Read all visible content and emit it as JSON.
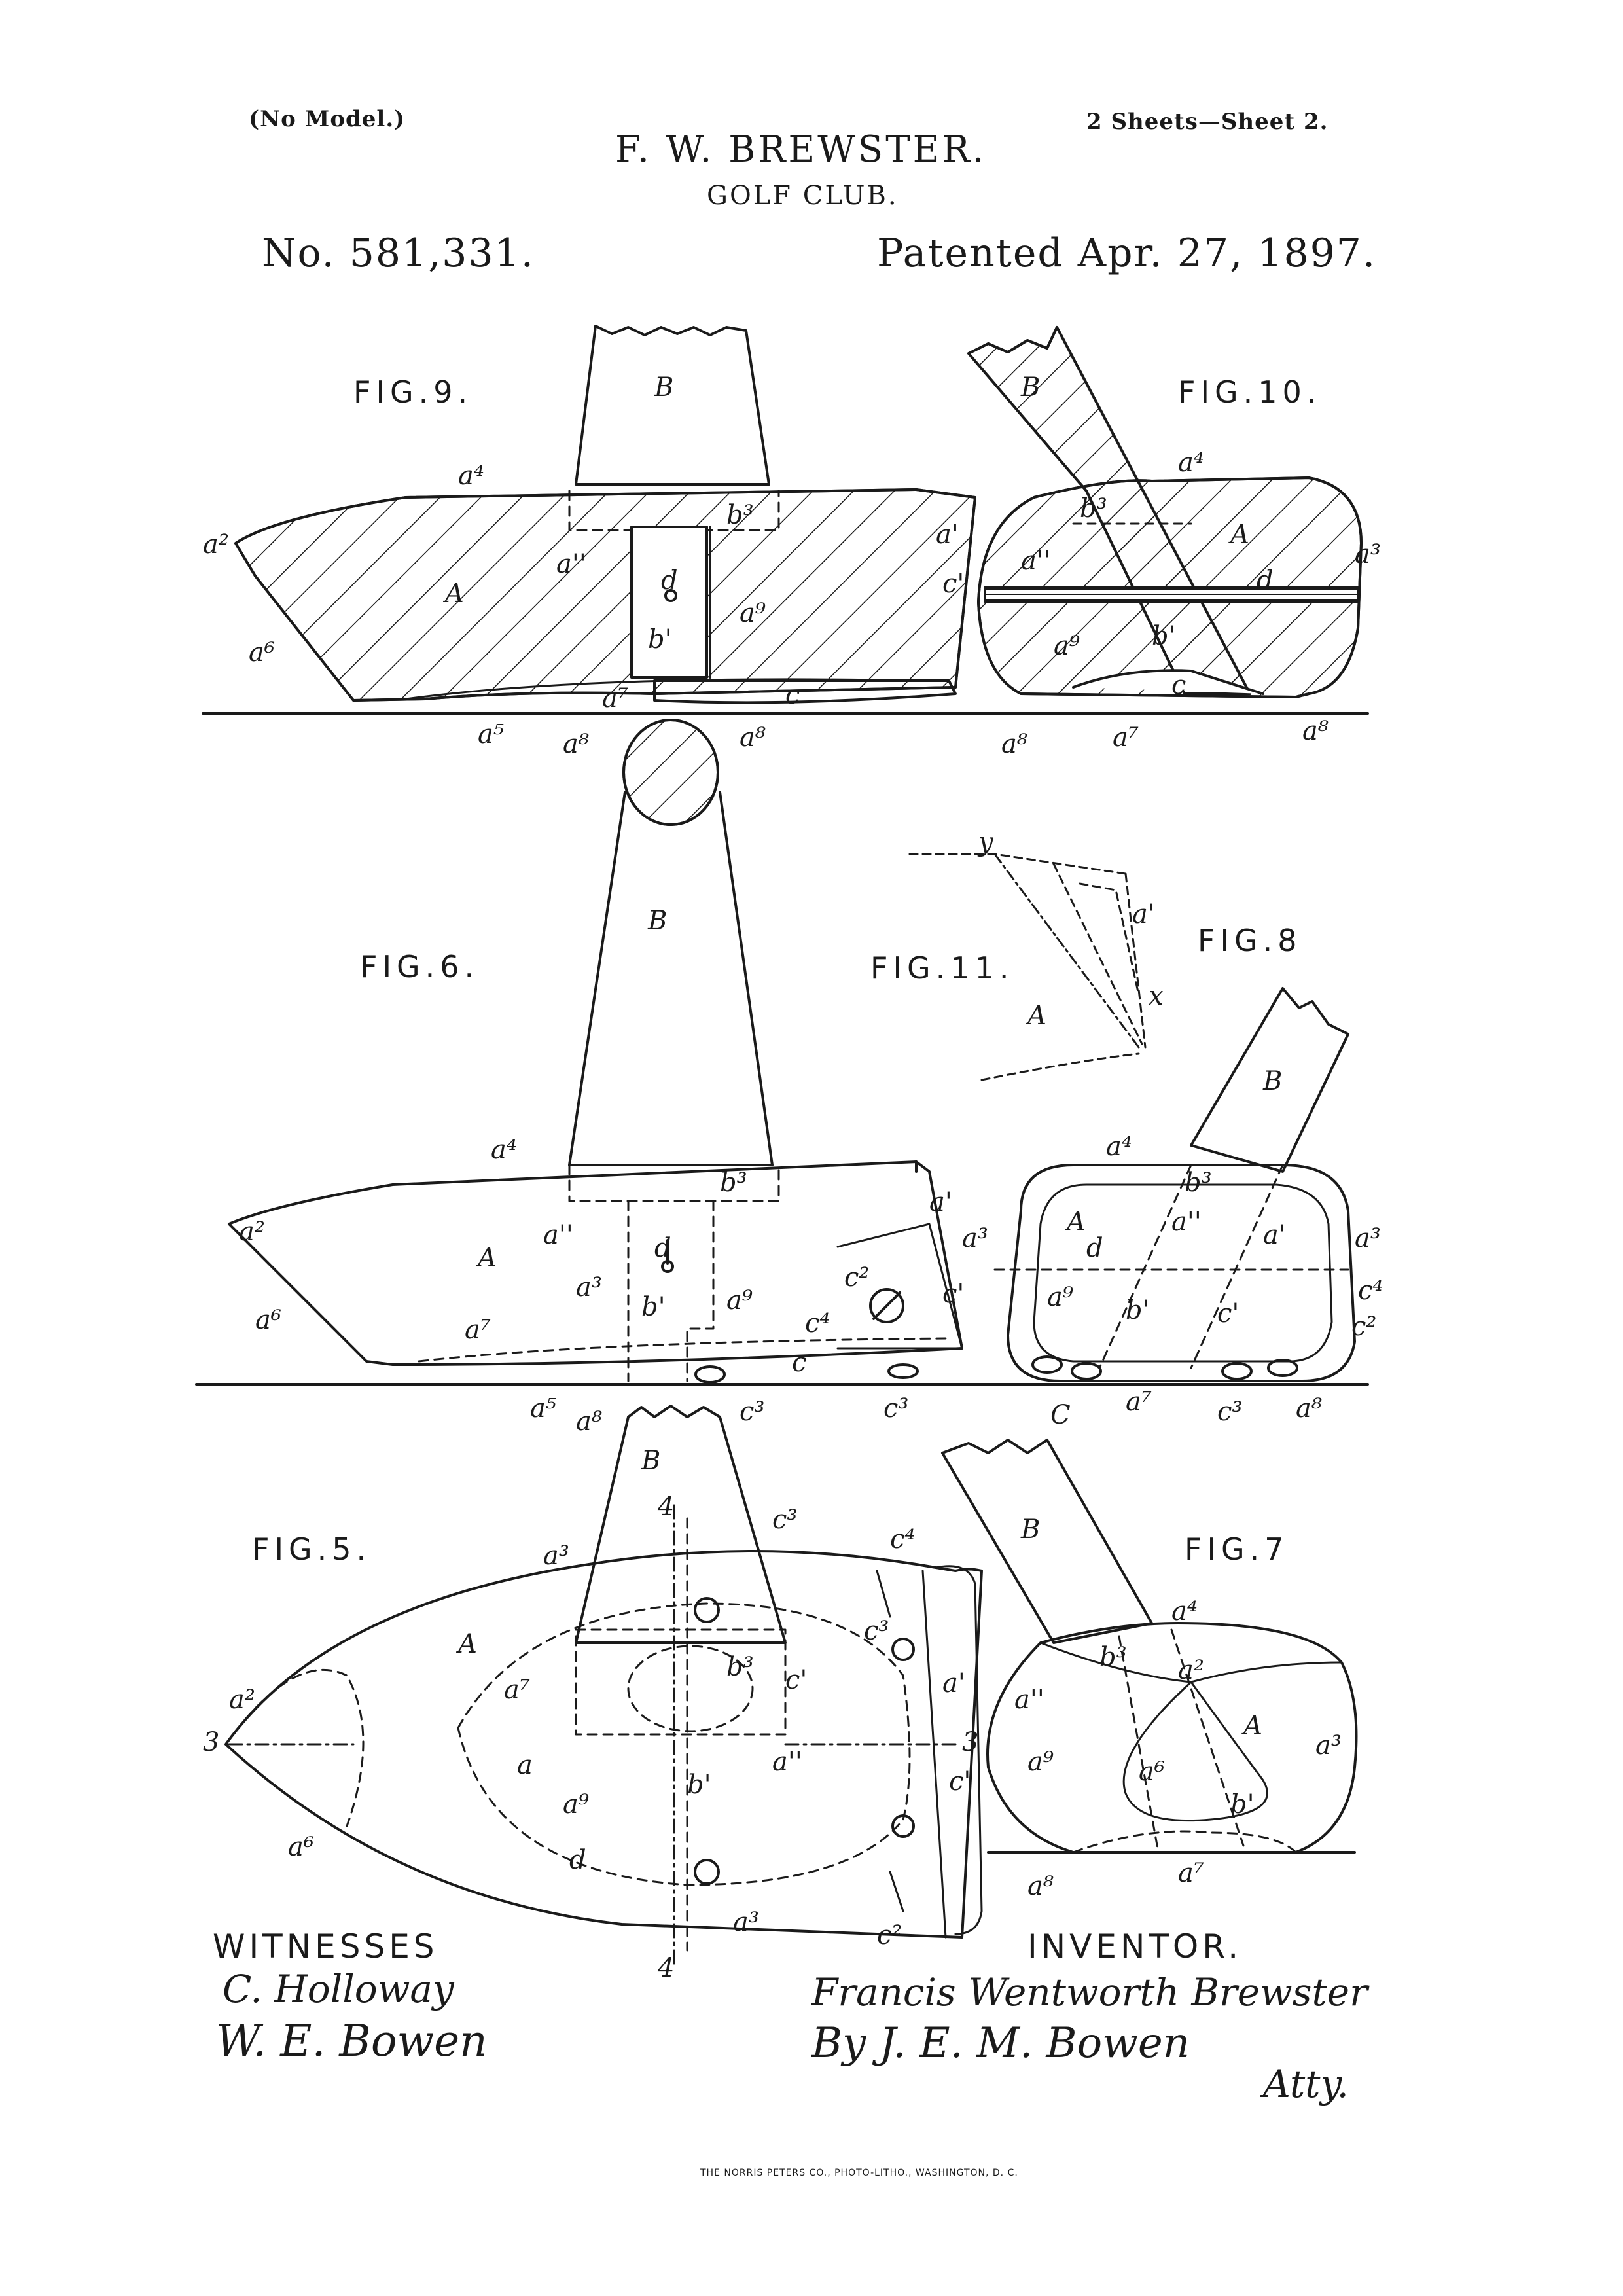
{
  "header": {
    "no_model": "(No Model.)",
    "sheets": "2 Sheets—Sheet 2.",
    "inventor_name": "F. W. BREWSTER.",
    "title": "GOLF CLUB.",
    "patent_no": "No. 581,331.",
    "patented": "Patented Apr. 27, 1897."
  },
  "figures": {
    "fig9": "FIG.9.",
    "fig10": "FIG.10.",
    "fig6": "FIG.6.",
    "fig11": "FIG.11.",
    "fig8": "FIG.8",
    "fig5": "FIG.5.",
    "fig7": "FIG.7"
  },
  "labels": {
    "B": "B",
    "A": "A",
    "a": "a",
    "a1": "a'",
    "a2": "a²",
    "a3": "a³",
    "a4": "a⁴",
    "a5": "a⁵",
    "a6": "a⁶",
    "a7": "a⁷",
    "a8": "a⁸",
    "a9": "a⁹",
    "a11": "a''",
    "b1": "b'",
    "b3": "b³",
    "c": "c",
    "C": "C",
    "c1": "c'",
    "c2": "c²",
    "c3": "c³",
    "c4": "c⁴",
    "d": "d",
    "n3": "3",
    "n4": "4",
    "x": "x",
    "y": "y"
  },
  "witnesses": {
    "heading": "WITNESSES",
    "witness1": "C. Holloway",
    "witness2": "W. E. Bowen"
  },
  "inventor": {
    "heading": "INVENTOR.",
    "signature": "Francis Wentworth Brewster",
    "by": "By J. E. M. Bowen",
    "atty": "Atty."
  },
  "footer": "THE NORRIS PETERS CO., PHOTO-LITHO., WASHINGTON, D. C."
}
